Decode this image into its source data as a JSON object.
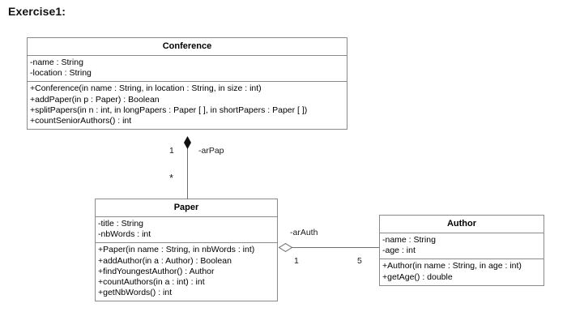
{
  "page": {
    "title": "Exercise1:"
  },
  "classes": [
    {
      "name": "Conference",
      "attributes": [
        "-name : String",
        "-location : String"
      ],
      "operations": [
        "+Conference(in name : String, in location : String, in size : int)",
        "+addPaper(in p : Paper) : Boolean",
        "+splitPapers(in n : int, in longPapers : Paper [ ], in shortPapers : Paper [ ])",
        "+countSeniorAuthors() : int"
      ]
    },
    {
      "name": "Paper",
      "attributes": [
        "-title : String",
        "-nbWords : int"
      ],
      "operations": [
        "+Paper(in name : String, in nbWords : int)",
        "+addAuthor(in a : Author) : Boolean",
        "+findYoungestAuthor() : Author",
        "+countAuthors(in a : int) : int",
        "+getNbWords() : int"
      ]
    },
    {
      "name": "Author",
      "attributes": [
        "-name : String",
        "-age : int"
      ],
      "operations": [
        "+Author(in name : String, in age : int)",
        "+getAge() : double"
      ]
    }
  ],
  "associations": [
    {
      "kind": "composition",
      "from": "Conference",
      "to": "Paper",
      "role": "-arPap",
      "source_multiplicity": "1",
      "target_multiplicity": "*"
    },
    {
      "kind": "aggregation",
      "from": "Paper",
      "to": "Author",
      "role": "-arAuth",
      "source_multiplicity": "1",
      "target_multiplicity": "5"
    }
  ],
  "colors": {
    "border": "#8a8a8a",
    "line": "#6e6e6e",
    "text": "#000000",
    "background": "#ffffff"
  }
}
